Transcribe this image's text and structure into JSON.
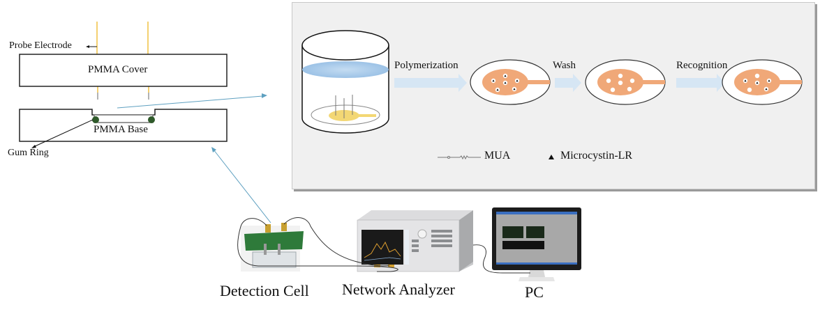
{
  "cell_cross_section": {
    "probe_label": "Probe Electrode",
    "cover_label": "PMMA Cover",
    "base_label": "PMMA Base",
    "ring_label": "Gum Ring",
    "colors": {
      "electrode": "#f0c040",
      "gum_ring": "#2f5a2a",
      "outline": "#222222"
    }
  },
  "process": {
    "steps": [
      {
        "label": "Polymerization"
      },
      {
        "label": "Wash"
      },
      {
        "label": "Recognition"
      }
    ],
    "stages": [
      "electrode-in-solution",
      "imprinted-with-template",
      "template-removed",
      "template-rebound"
    ],
    "legend": [
      {
        "symbol": "mua-chain",
        "label": "MUA"
      },
      {
        "symbol": "triangle",
        "label": "Microcystin-LR"
      }
    ],
    "colors": {
      "panel_bg": "#f0f0f0",
      "arrow": "#d6e6f4",
      "electrode_gold": "#f3d774",
      "electrode_orange": "#f0a878",
      "solution": "#a9cbe9"
    }
  },
  "setup": {
    "devices": [
      {
        "label": "Detection Cell"
      },
      {
        "label": "Network Analyzer"
      },
      {
        "label": "PC"
      }
    ]
  }
}
